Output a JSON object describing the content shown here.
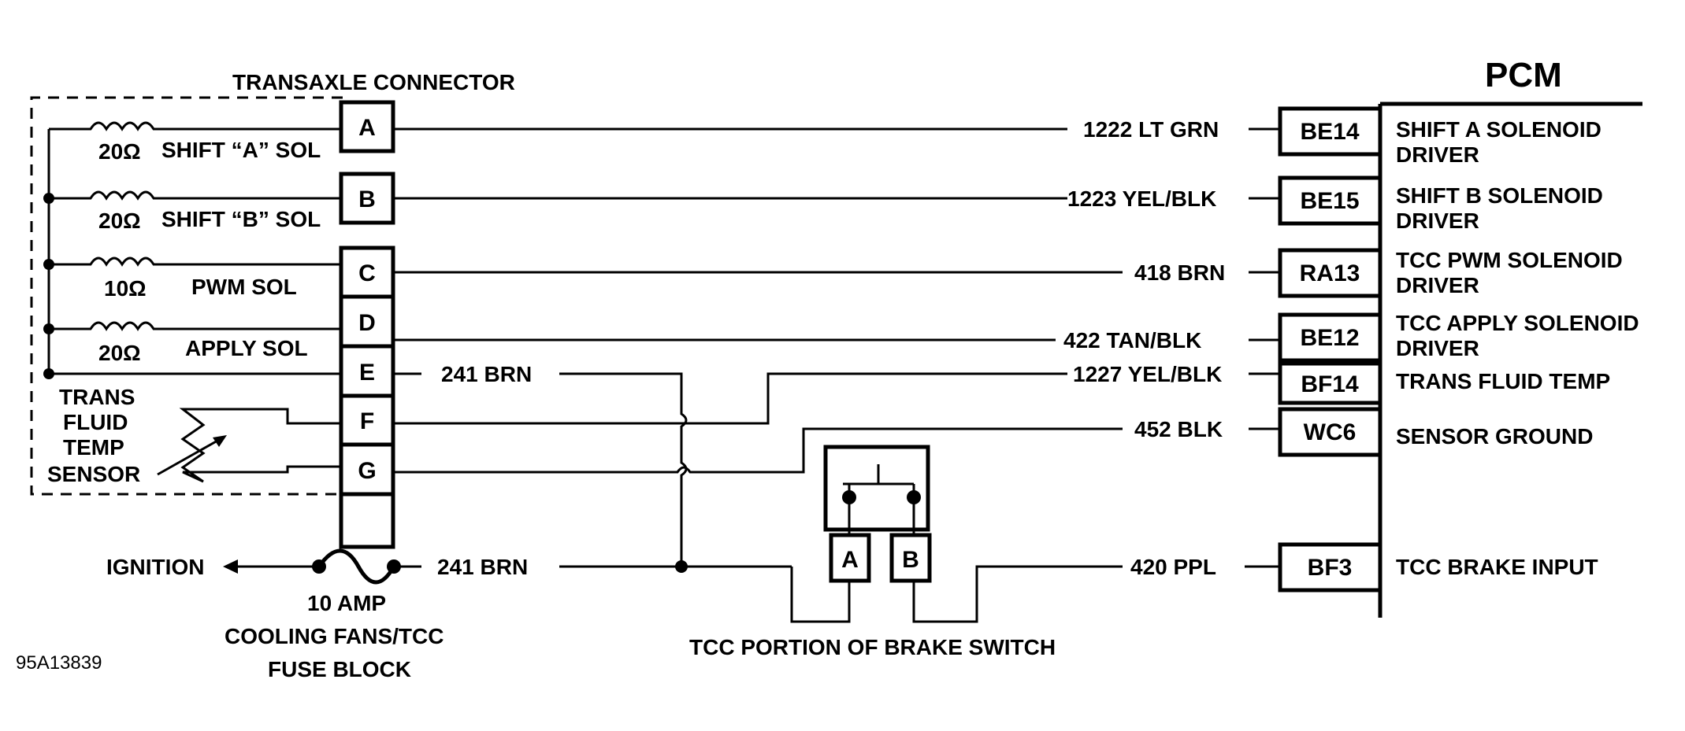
{
  "connector": {
    "title": "TRANSAXLE CONNECTOR",
    "pins": [
      "A",
      "B",
      "C",
      "D",
      "E",
      "F",
      "G"
    ]
  },
  "solenoids": [
    {
      "resistance": "20Ω",
      "name": "SHIFT “A” SOL"
    },
    {
      "resistance": "20Ω",
      "name": "SHIFT “B” SOL"
    },
    {
      "resistance": "10Ω",
      "name": "PWM SOL"
    },
    {
      "resistance": "20Ω",
      "name": "APPLY SOL"
    }
  ],
  "sensor": {
    "lines": [
      "TRANS",
      "FLUID",
      "TEMP",
      "SENSOR"
    ]
  },
  "pcm": {
    "title": "PCM",
    "circuits": [
      {
        "wire": "1222 LT GRN",
        "terminal": "BE14",
        "desc": [
          "SHIFT A SOLENOID",
          "DRIVER"
        ]
      },
      {
        "wire": "1223 YEL/BLK",
        "terminal": "BE15",
        "desc": [
          "SHIFT B SOLENOID",
          "DRIVER"
        ]
      },
      {
        "wire": "418 BRN",
        "terminal": "RA13",
        "desc": [
          "TCC PWM SOLENOID",
          "DRIVER"
        ]
      },
      {
        "wire": "422 TAN/BLK",
        "terminal": "BE12",
        "desc": [
          "TCC APPLY SOLENOID",
          "DRIVER"
        ]
      },
      {
        "wire": "1227 YEL/BLK",
        "terminal": "BF14",
        "desc": [
          "TRANS FLUID TEMP"
        ]
      },
      {
        "wire": "452 BLK",
        "terminal": "WC6",
        "desc": [
          "SENSOR GROUND"
        ]
      },
      {
        "wire": "420 PPL",
        "terminal": "BF3",
        "desc": [
          "TCC BRAKE INPUT"
        ]
      }
    ]
  },
  "feed": {
    "wire_e": "241 BRN",
    "wire_fuse": "241 BRN",
    "ignition": "IGNITION",
    "fuse_lines": [
      "10 AMP",
      "COOLING FANS/TCC",
      "FUSE BLOCK"
    ]
  },
  "brake_switch": {
    "label": "TCC PORTION OF BRAKE SWITCH",
    "pins": [
      "A",
      "B"
    ]
  },
  "figure_id": "95A13839"
}
